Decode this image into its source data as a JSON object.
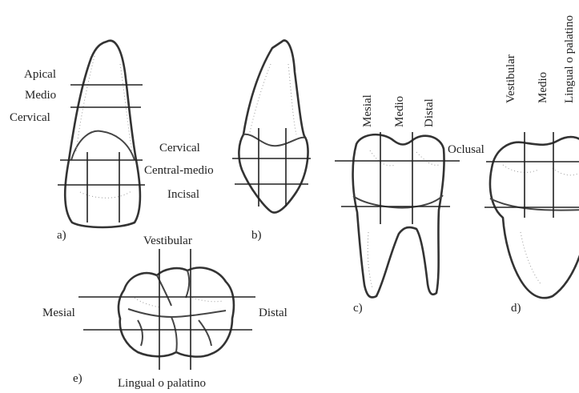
{
  "panels": {
    "a": {
      "tag": "a)",
      "levels": [
        "Apical",
        "Medio",
        "Cervical"
      ]
    },
    "b": {
      "tag": "b)",
      "levels": [
        "Cervical",
        "Central-medio",
        "Incisal"
      ]
    },
    "c": {
      "tag": "c)",
      "columns": [
        "Mesial",
        "Medio",
        "Distal"
      ],
      "occlusal": "Oclusal"
    },
    "d": {
      "tag": "d)",
      "columns": [
        "Vestibular",
        "Medio",
        "Lingual o palatino"
      ]
    },
    "e": {
      "tag": "e)",
      "top": "Vestibular",
      "left": "Mesial",
      "right": "Distal",
      "bottom": "Lingual o palatino"
    }
  }
}
